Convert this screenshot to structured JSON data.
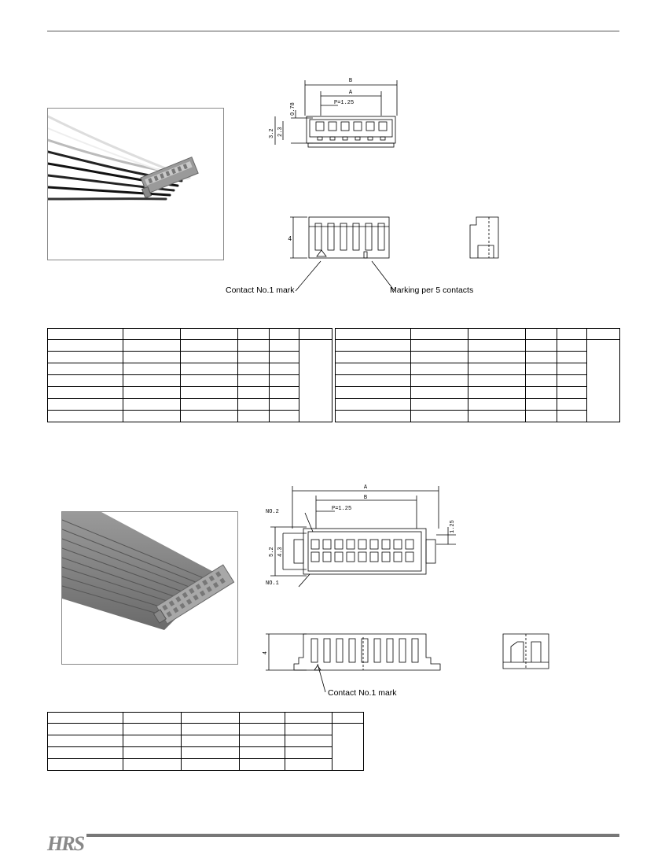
{
  "connector1": {
    "dims": {
      "B": "B",
      "A": "A",
      "pitch": "P=1.25",
      "h1": "0.78",
      "h2": "3.2",
      "h3": "2.3",
      "side": "4"
    },
    "callouts": {
      "contact_mark": "Contact No.1 mark",
      "marking": "Marking per 5 contacts"
    }
  },
  "connector2": {
    "dims": {
      "A": "A",
      "B": "B",
      "pitch": "P=1.25",
      "no2": "NO.2",
      "no1": "NO.1",
      "v1": "5.2",
      "v2": "4.3",
      "v3": "1.25",
      "side": "4"
    },
    "callouts": {
      "contact_mark": "Contact No.1 mark"
    }
  },
  "footer": {
    "logo": "HRS"
  },
  "colors": {
    "line": "#000000",
    "photo_border": "#888888",
    "rule": "#777777"
  }
}
